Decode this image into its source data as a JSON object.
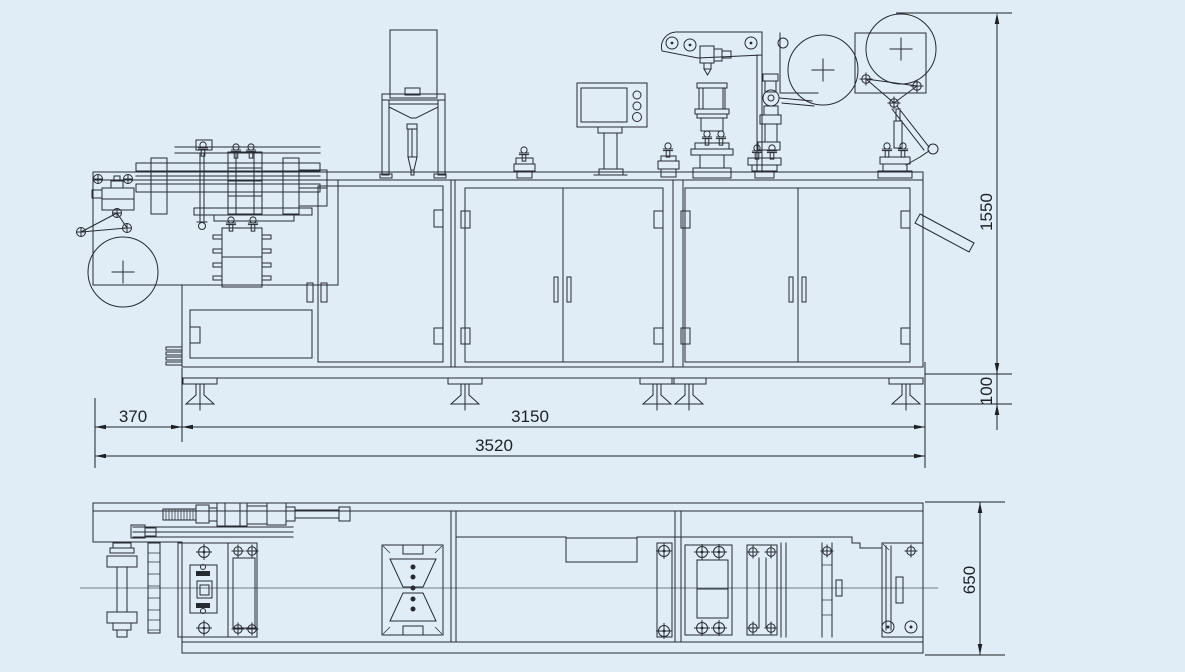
{
  "drawing": {
    "background_color": "#e0edf7",
    "line_color": "#262a31",
    "dimension_text_color": "#1d2126"
  },
  "dimensions": {
    "overall_height": "1550",
    "foot_height": "100",
    "infeed_offset": "370",
    "frame_length": "3150",
    "overall_length": "3520",
    "machine_depth": "650"
  }
}
